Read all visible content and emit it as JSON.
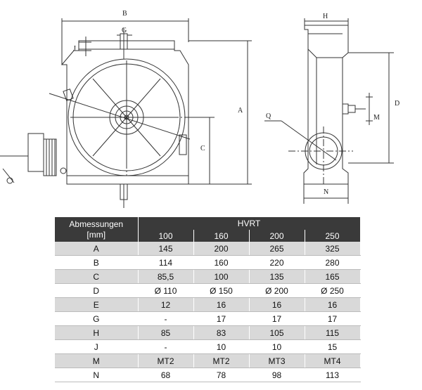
{
  "drawing": {
    "labels": {
      "B": "B",
      "G": "G",
      "J": "J",
      "A": "A",
      "C": "C",
      "H": "H",
      "D": "D",
      "M": "M",
      "Q": "Q",
      "N": "N"
    }
  },
  "table": {
    "header_label": "Abmessungen",
    "header_unit": "[mm]",
    "group_label": "HVRT",
    "columns": [
      "100",
      "160",
      "200",
      "250"
    ],
    "rows": [
      {
        "name": "A",
        "values": [
          "145",
          "200",
          "265",
          "325"
        ]
      },
      {
        "name": "B",
        "values": [
          "114",
          "160",
          "220",
          "280"
        ]
      },
      {
        "name": "C",
        "values": [
          "85,5",
          "100",
          "135",
          "165"
        ]
      },
      {
        "name": "D",
        "values": [
          "Ø 110",
          "Ø 150",
          "Ø 200",
          "Ø 250"
        ]
      },
      {
        "name": "E",
        "values": [
          "12",
          "16",
          "16",
          "16"
        ]
      },
      {
        "name": "G",
        "values": [
          "-",
          "17",
          "17",
          "17"
        ]
      },
      {
        "name": "H",
        "values": [
          "85",
          "83",
          "105",
          "115"
        ]
      },
      {
        "name": "J",
        "values": [
          "-",
          "10",
          "10",
          "15"
        ]
      },
      {
        "name": "M",
        "values": [
          "MT2",
          "MT2",
          "MT3",
          "MT4"
        ]
      },
      {
        "name": "N",
        "values": [
          "68",
          "78",
          "98",
          "113"
        ]
      }
    ]
  }
}
